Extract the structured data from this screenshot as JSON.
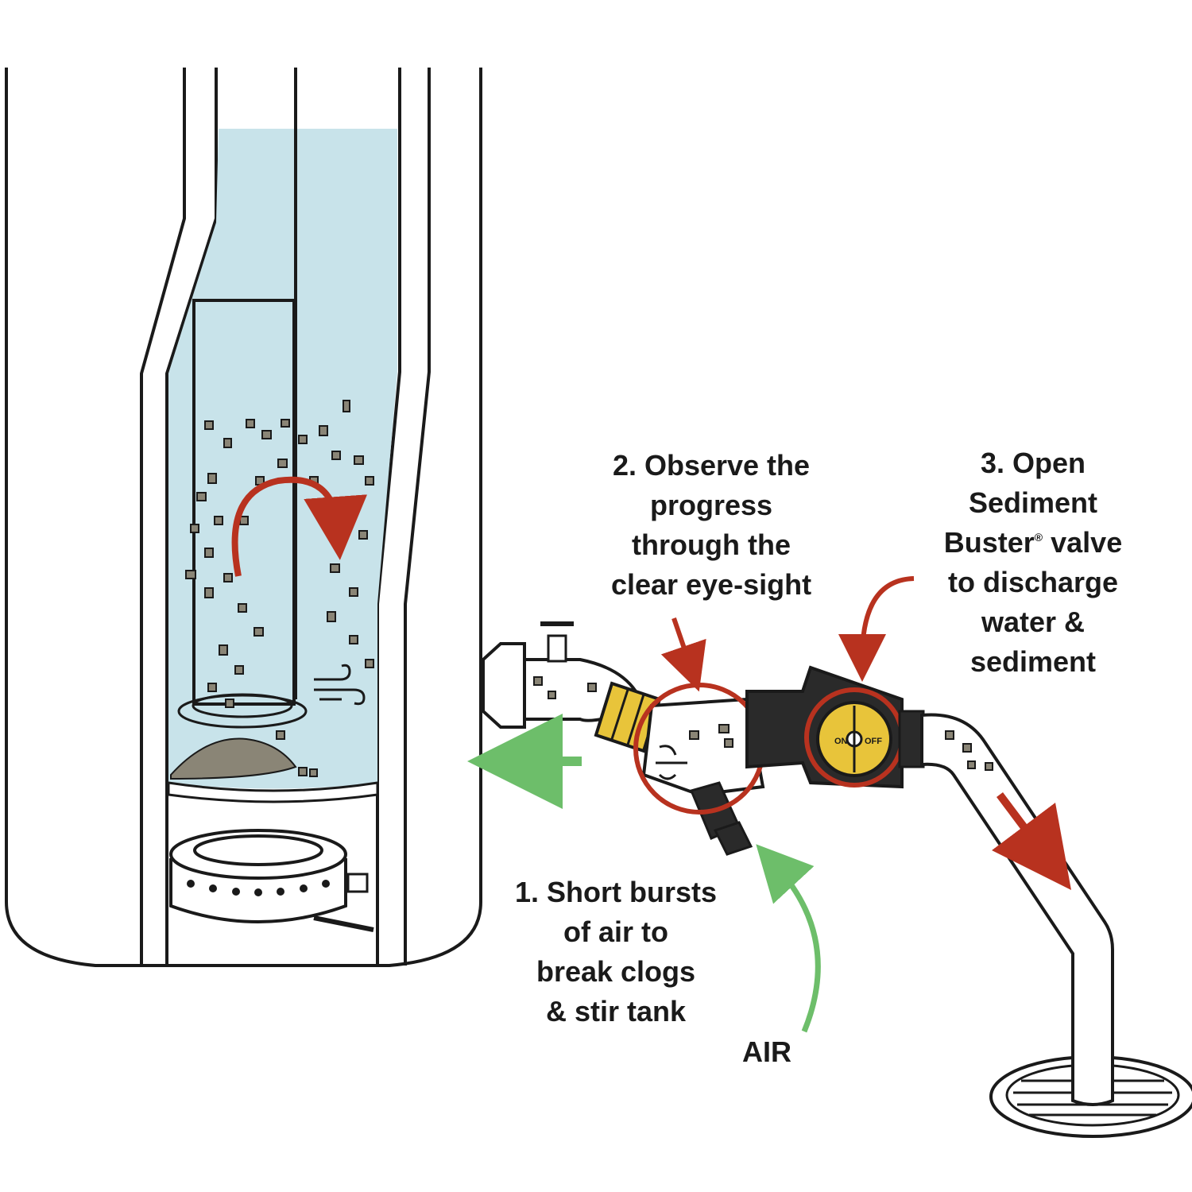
{
  "colors": {
    "water": "#c8e3ea",
    "sediment": "#8a8576",
    "outline": "#1a1a1a",
    "brass": "#e8c43a",
    "valve_body": "#2a2a2a",
    "red_accent": "#b8321f",
    "green_accent": "#6dbe6a"
  },
  "labels": {
    "step1": {
      "line1": "1. Short bursts",
      "line2": "of air to",
      "line3": "break clogs",
      "line4": "& stir tank"
    },
    "step2": {
      "line1": "2. Observe the",
      "line2": "progress",
      "line3": "through the",
      "line4": "clear eye-sight"
    },
    "step3": {
      "line1": "3. Open",
      "line2": "Sediment",
      "line3": "Buster",
      "line3_mark": "®",
      "line3_rest": " valve",
      "line4": "to discharge",
      "line5": "water &",
      "line6": "sediment"
    },
    "air": "AIR"
  },
  "valve": {
    "on_label": "ON",
    "off_label": "OFF"
  },
  "icons": [
    "wind-icon",
    "swirl-arrow-icon",
    "flow-arrow-icon",
    "air-arrow-icon",
    "ball-valve-handle-icon",
    "floor-drain-icon",
    "gas-burner-icon"
  ]
}
